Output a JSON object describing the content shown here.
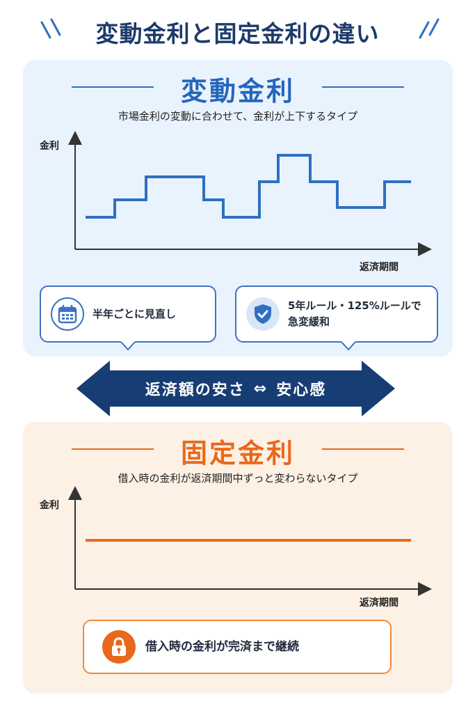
{
  "title": "変動金利と固定金利の違い",
  "variable": {
    "heading": "変動金利",
    "description": "市場金利の変動に合わせて、金利が上下するタイプ",
    "y_label": "金利",
    "x_label": "返済期間",
    "color": "#2f6fc1",
    "card1": {
      "icon": "calendar-icon",
      "text": "半年ごとに見直し"
    },
    "card2": {
      "icon": "shield-check-icon",
      "line1": "5年ルール・125%ルールで",
      "line2": "急変緩和"
    }
  },
  "banner": {
    "left": "返済額の安さ",
    "symbol": "⇔",
    "right": "安心感",
    "color": "#163d74"
  },
  "fixed": {
    "heading": "固定金利",
    "description": "借入時の金利が返済期間中ずっと変わらないタイプ",
    "y_label": "金利",
    "x_label": "返済期間",
    "color": "#e8691a",
    "card": {
      "icon": "lock-icon",
      "text": "借入時の金利が完済まで継続"
    }
  }
}
